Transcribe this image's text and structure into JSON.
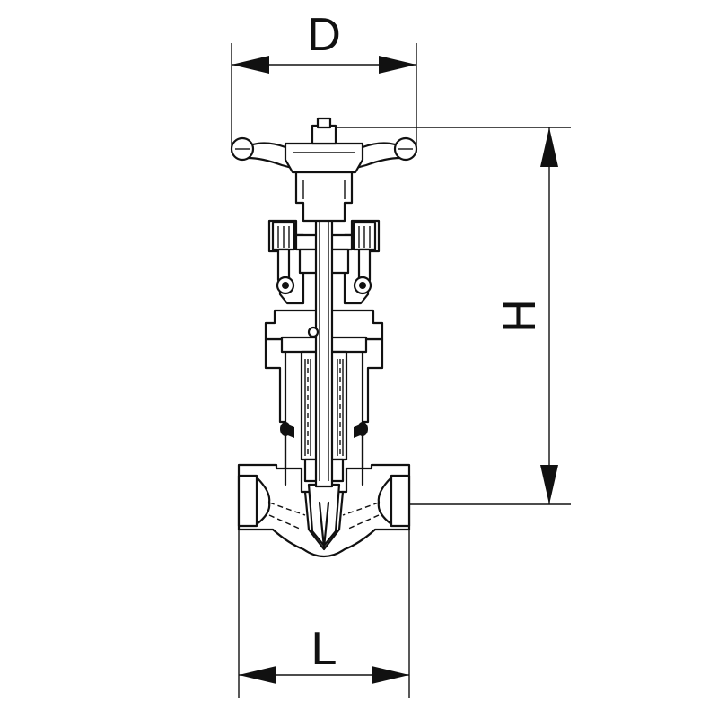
{
  "dimensions": {
    "handwheel_diameter": "D",
    "height": "H",
    "length": "L"
  },
  "colors": {
    "line": "#111111",
    "background": "#ffffff"
  }
}
